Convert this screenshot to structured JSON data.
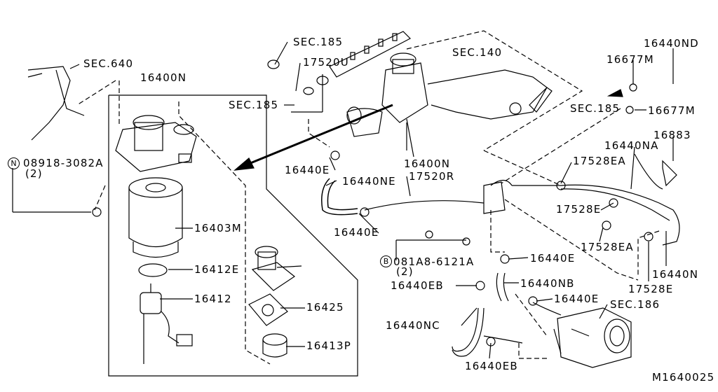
{
  "labels": [
    "SEC.640",
    "16400N",
    "08918-3082A",
    "(2)",
    "16403M",
    "16412E",
    "16412",
    "16425",
    "16413P",
    "SEC.185",
    "17520U",
    "SEC.185",
    "SEC.140",
    "16400N",
    "16440E",
    "16440NE",
    "17520R",
    "16440E",
    "081A8-6121A",
    "(2)",
    "16440ND",
    "16677M",
    "SEC.185",
    "16677M",
    "16883",
    "16440NA",
    "17528EA",
    "17528E",
    "17528EA",
    "16440N",
    "17528E",
    "16440E",
    "16440NB",
    "16440EB",
    "16440E",
    "SEC.186",
    "16440NC",
    "16440EB",
    "M1640025"
  ],
  "markers": {
    "nut_symbol": "N",
    "bolt_symbol": "B"
  }
}
